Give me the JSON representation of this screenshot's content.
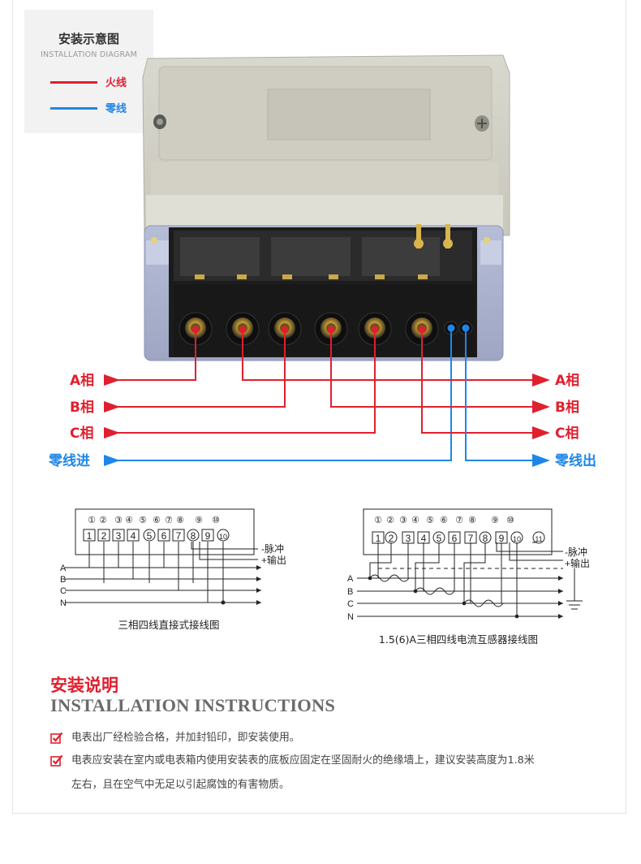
{
  "legend": {
    "title": "安装示意图",
    "subtitle": "INSTALLATION DIAGRAM",
    "items": [
      {
        "label": "火线",
        "color": "#e0202e"
      },
      {
        "label": "零线",
        "color": "#1f86e8"
      }
    ]
  },
  "wires": {
    "in_labels": [
      "A相",
      "B相",
      "C相",
      "零线进"
    ],
    "out_labels": [
      "A相",
      "B相",
      "C相",
      "零线出"
    ],
    "phase_color": "#e0202e",
    "neutral_color": "#1f86e8"
  },
  "direct_diagram": {
    "top_numbers": [
      "①",
      "②",
      "③",
      "④",
      "⑤",
      "⑥",
      "⑦",
      "⑧",
      "⑨",
      "⑩"
    ],
    "boxes": [
      "1",
      "2",
      "3",
      "4",
      "5",
      "6",
      "7",
      "8",
      "9",
      "10"
    ],
    "pulse_label": "-脉冲",
    "output_label": "+输出",
    "line_labels": [
      "A",
      "B",
      "C",
      "N"
    ],
    "caption": "三相四线直接式接线图"
  },
  "ct_diagram": {
    "top_numbers": [
      "①",
      "②",
      "③",
      "④",
      "⑤",
      "⑥",
      "⑦",
      "⑧",
      "⑨",
      "⑩"
    ],
    "boxes": [
      "1",
      "2",
      "3",
      "4",
      "5",
      "6",
      "7",
      "8",
      "9",
      "10",
      "11"
    ],
    "pulse_label": "-脉冲",
    "output_label": "+输出",
    "line_labels": [
      "A",
      "B",
      "C",
      "N"
    ],
    "caption": "1.5(6)A三相四线电流互感器接线图"
  },
  "instructions": {
    "title": "安装说明",
    "subtitle": "INSTALLATION INSTRUCTIONS",
    "items": [
      {
        "lines": [
          "电表出厂经检验合格，并加封铅印，即安装使用。"
        ]
      },
      {
        "lines": [
          "电表应安装在室内或电表箱内使用安装表的底板应固定在坚固耐火的绝缘墙上，建议安装高度为1.8米",
          "左右，且在空气中无足以引起腐蚀的有害物质。"
        ]
      }
    ],
    "check_color": "#e0202e"
  }
}
